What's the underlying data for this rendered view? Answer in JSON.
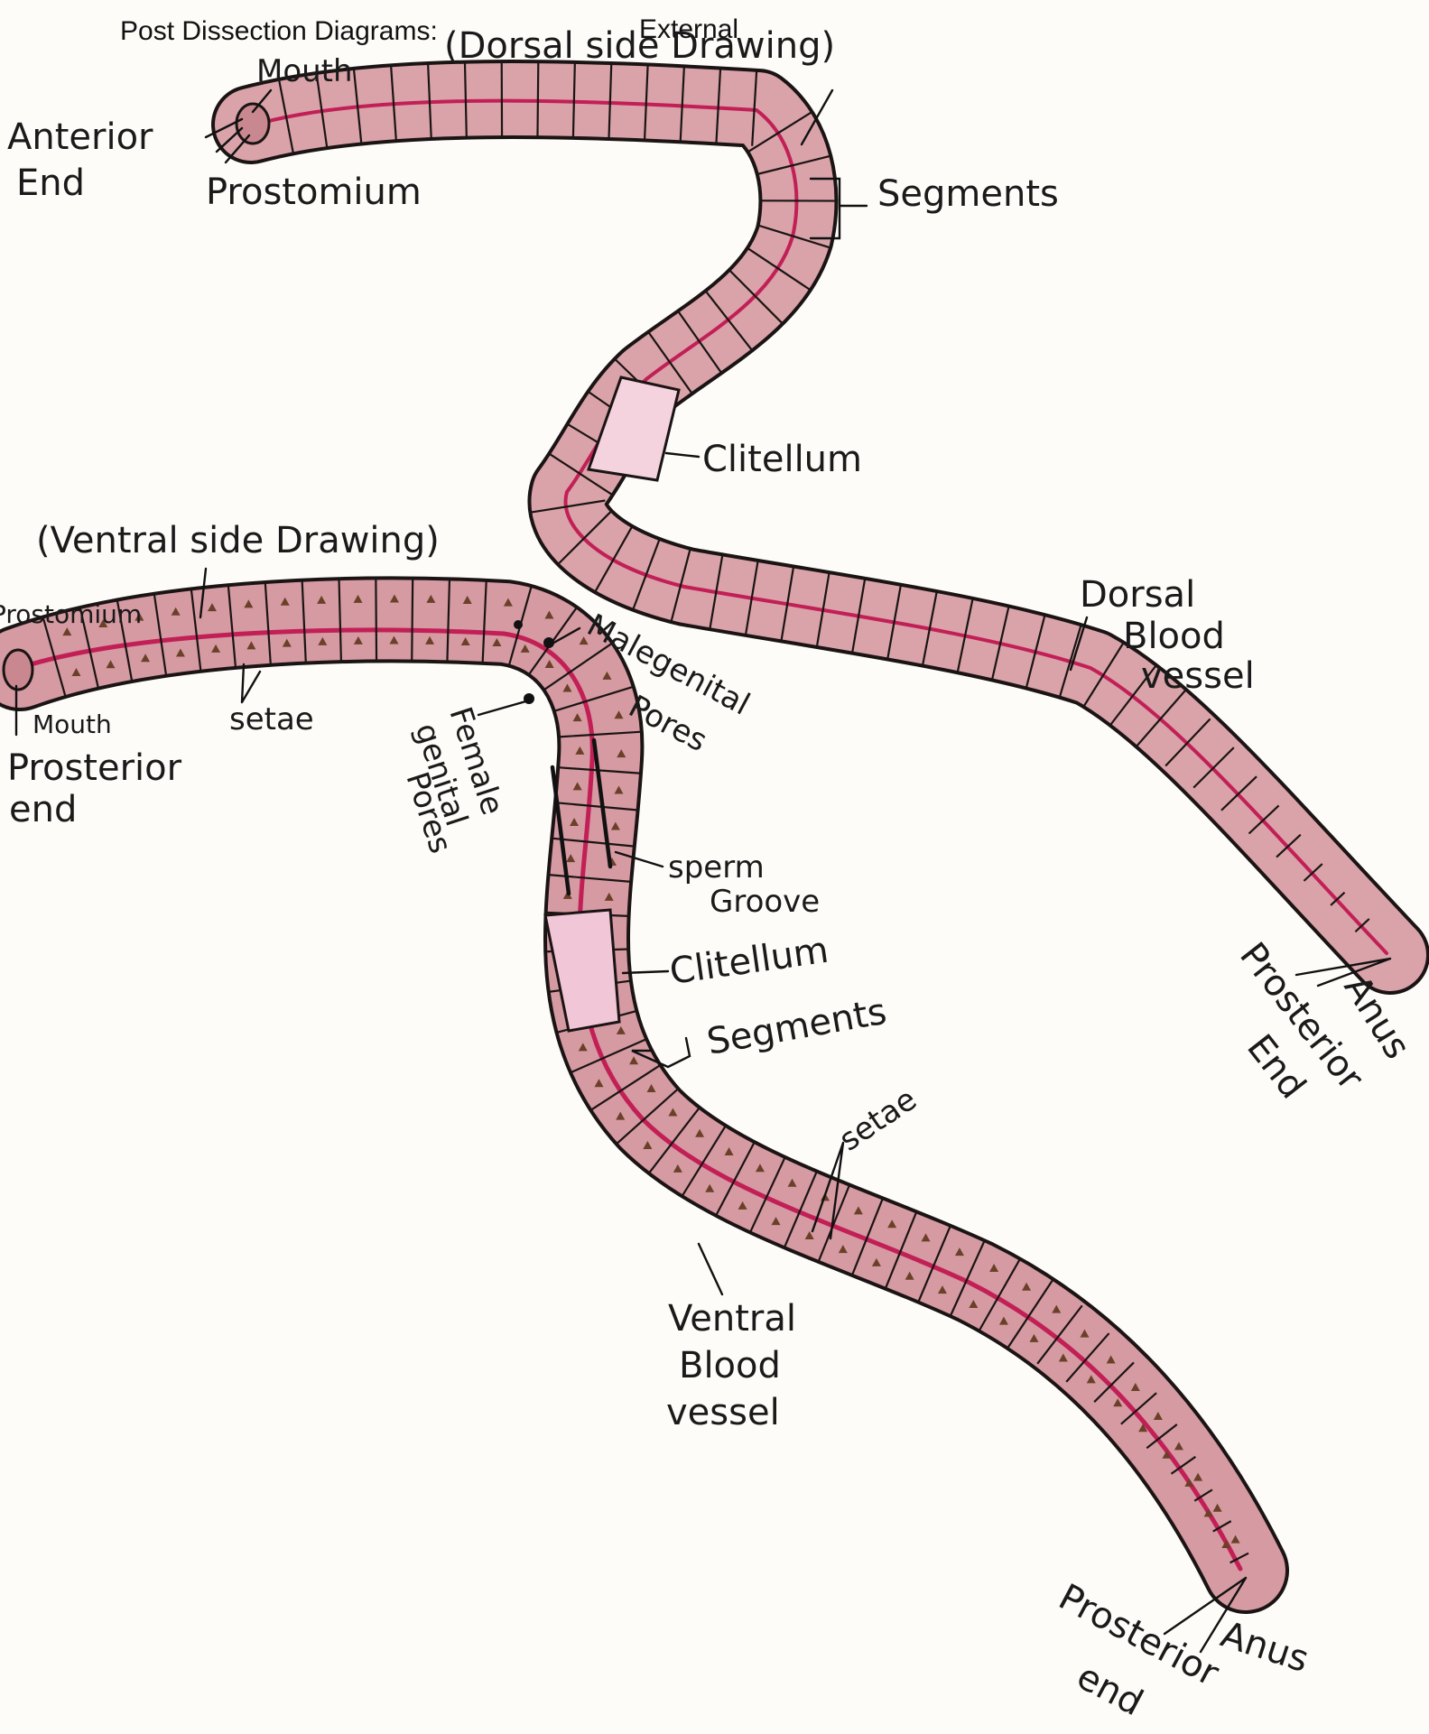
{
  "header": {
    "title": "Post Dissection Diagrams:",
    "subtitle": "External"
  },
  "dorsal": {
    "heading": "(Dorsal side Drawing)",
    "labels": {
      "mouth": "Mouth",
      "anterior_1": "Anterior",
      "anterior_2": "End",
      "prostomium": "Prostomium",
      "segments": "Segments",
      "clitellum": "Clitellum",
      "blood_1": "Dorsal",
      "blood_2": "Blood",
      "blood_3": "vessel",
      "anus": "Anus",
      "posterior_1": "Prosterior",
      "posterior_2": "End"
    }
  },
  "ventral": {
    "heading": "(Ventral side Drawing)",
    "labels": {
      "prostomium": "Prostomium",
      "mouth": "Mouth",
      "posterior_1": "Prosterior",
      "posterior_2": "end",
      "setae_front": "setae",
      "female_1": "Female",
      "female_2": "genital",
      "female_3": "Pores",
      "male_1": "Malegenital",
      "male_2": "Pores",
      "sperm_1": "sperm",
      "sperm_2": "Groove",
      "clitellum": "Clitellum",
      "segments": "Segments",
      "setae_back": "setae",
      "blood_1": "Ventral",
      "blood_2": "Blood",
      "blood_3": "vessel",
      "anus": "Anus",
      "tail_1": "Prosterior",
      "tail_2": "end"
    }
  },
  "colors": {
    "paper": "#fdfcf9",
    "worm_fill": "#d9a3a9",
    "worm_fill_light": "#e9c5c8",
    "vessel": "#c21f57",
    "clitellum": "#f4d3df",
    "ink": "#1b1414",
    "setae": "#6b4028"
  }
}
